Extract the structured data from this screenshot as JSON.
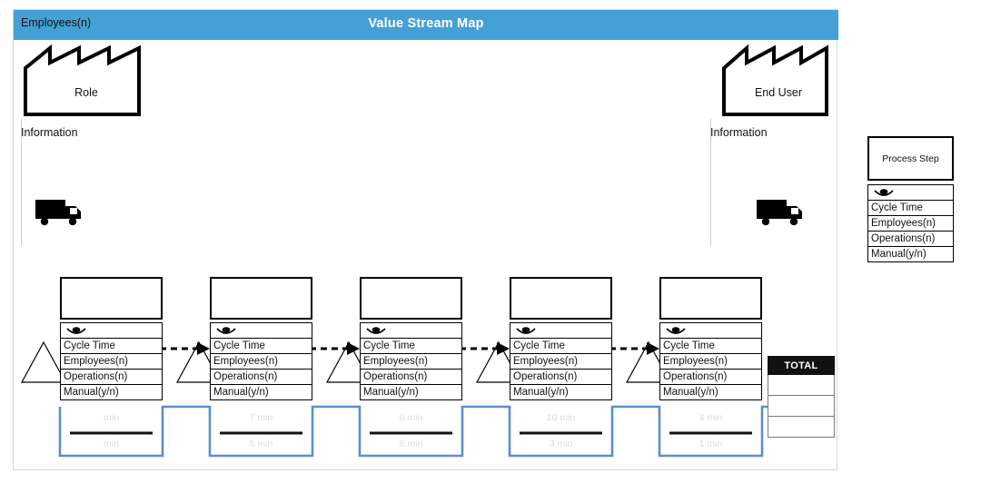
{
  "header": {
    "left_label": "Employees(n)",
    "title": "Value Stream Map",
    "bar_color": "#45a0d5"
  },
  "supplier": {
    "label": "Role",
    "info_label": "Information"
  },
  "customer": {
    "label": "End User",
    "info_label": "Information"
  },
  "icons": {
    "truck_left": "truck-icon",
    "truck_right": "truck-icon",
    "eye": "eye-icon",
    "inventory": "inventory-triangle-icon",
    "push_arrow": "push-arrow-icon"
  },
  "process_data_labels": {
    "eye": "",
    "cycle_time": "Cycle Time",
    "employees": "Employees(n)",
    "operations": "Operations(n)",
    "manual": "Manual(y/n)"
  },
  "process_steps": [
    {
      "title": "",
      "cycle_time": "Cycle Time",
      "employees": "Employees(n)",
      "operations": "Operations(n)",
      "manual": "Manual(y/n)"
    },
    {
      "title": "",
      "cycle_time": "Cycle Time",
      "employees": "Employees(n)",
      "operations": "Operations(n)",
      "manual": "Manual(y/n)"
    },
    {
      "title": "",
      "cycle_time": "Cycle Time",
      "employees": "Employees(n)",
      "operations": "Operations(n)",
      "manual": "Manual(y/n)"
    },
    {
      "title": "",
      "cycle_time": "Cycle Time",
      "employees": "Employees(n)",
      "operations": "Operations(n)",
      "manual": "Manual(y/n)"
    },
    {
      "title": "",
      "cycle_time": "Cycle Time",
      "employees": "Employees(n)",
      "operations": "Operations(n)",
      "manual": "Manual(y/n)"
    }
  ],
  "timeline": {
    "line_color": "#5b8fc9",
    "text_color": "#dcdcdc",
    "cells": [
      {
        "value_added": "min",
        "non_value_added": "min"
      },
      {
        "value_added": "7 min",
        "non_value_added": "5 min"
      },
      {
        "value_added": "6 min",
        "non_value_added": "8 min"
      },
      {
        "value_added": "10 min",
        "non_value_added": "3 min"
      },
      {
        "value_added": "4 min",
        "non_value_added": "1 min"
      }
    ]
  },
  "total_box": {
    "header": "TOTAL",
    "rows": [
      "",
      "",
      ""
    ]
  },
  "legend": {
    "title": "Process Step",
    "rows": [
      "Cycle Time",
      "Employees(n)",
      "Operations(n)",
      "Manual(y/n)"
    ]
  }
}
